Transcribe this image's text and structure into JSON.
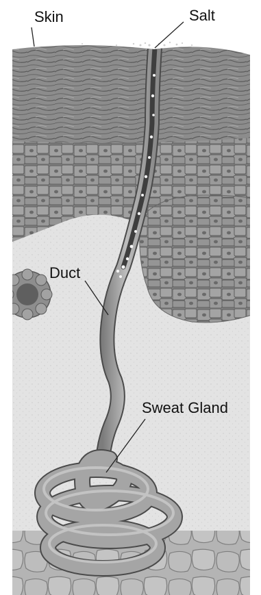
{
  "labels": {
    "skin": "Skin",
    "salt": "Salt",
    "duct": "Duct",
    "sweat_gland": "Sweat Gland"
  },
  "colors": {
    "background": "#ffffff",
    "skin_layer": "#8f8f8f",
    "cell_fill": "#9b9b9b",
    "cell_nucleus": "#6d6d6d",
    "dermis": "#e2e2e2",
    "duct": "#a6a6a6",
    "salt_grains": "#f5f5f5",
    "leader_lines": "#222222"
  }
}
